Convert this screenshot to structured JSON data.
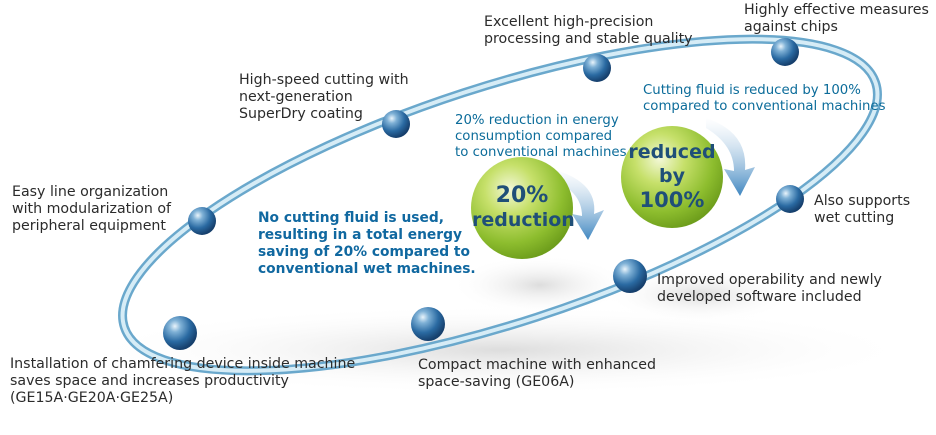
{
  "features": {
    "precision": {
      "line1": "Excellent high-precision",
      "line2": "processing and stable quality"
    },
    "chips": {
      "line1": "Highly effective measures",
      "line2": "against chips"
    },
    "superdry": {
      "line1": "High-speed cutting with",
      "line2": "next-generation",
      "line3": "SuperDry coating"
    },
    "line_org": {
      "line1": "Easy line organization",
      "line2": "with modularization of",
      "line3": "peripheral equipment"
    },
    "wet": {
      "line1": "Also supports",
      "line2": "wet cutting"
    },
    "software": {
      "line1": "Improved operability and newly",
      "line2": "developed software included"
    },
    "chamfer": {
      "line1": "Installation of chamfering device inside machine",
      "line2": "saves space and increases productivity",
      "line3": "(GE15A·GE20A·GE25A)"
    },
    "compact": {
      "line1": "Compact machine with enhanced",
      "line2": "space-saving (GE06A)"
    }
  },
  "notes": {
    "energy": {
      "line1": "20% reduction in energy",
      "line2": "consumption compared",
      "line3": "to conventional machines"
    },
    "fluid": {
      "line1": "Cutting fluid is reduced by 100%",
      "line2": "compared to conventional machines"
    },
    "total": {
      "line1": "No cutting fluid is used,",
      "line2": "resulting in a total energy",
      "line3": "saving of 20% compared to",
      "line4": "conventional wet machines."
    }
  },
  "badges": {
    "energy": {
      "line1": "20%",
      "line2": "reduction"
    },
    "fluid": {
      "line1": "reduced",
      "line2": "by",
      "line3": "100%"
    }
  },
  "colors": {
    "ring": "#9ccbe2",
    "node": "#1d5d93",
    "badge": "#8cbf2c",
    "arrow": "#5a97c8",
    "note_text": "#0c6c9a"
  }
}
